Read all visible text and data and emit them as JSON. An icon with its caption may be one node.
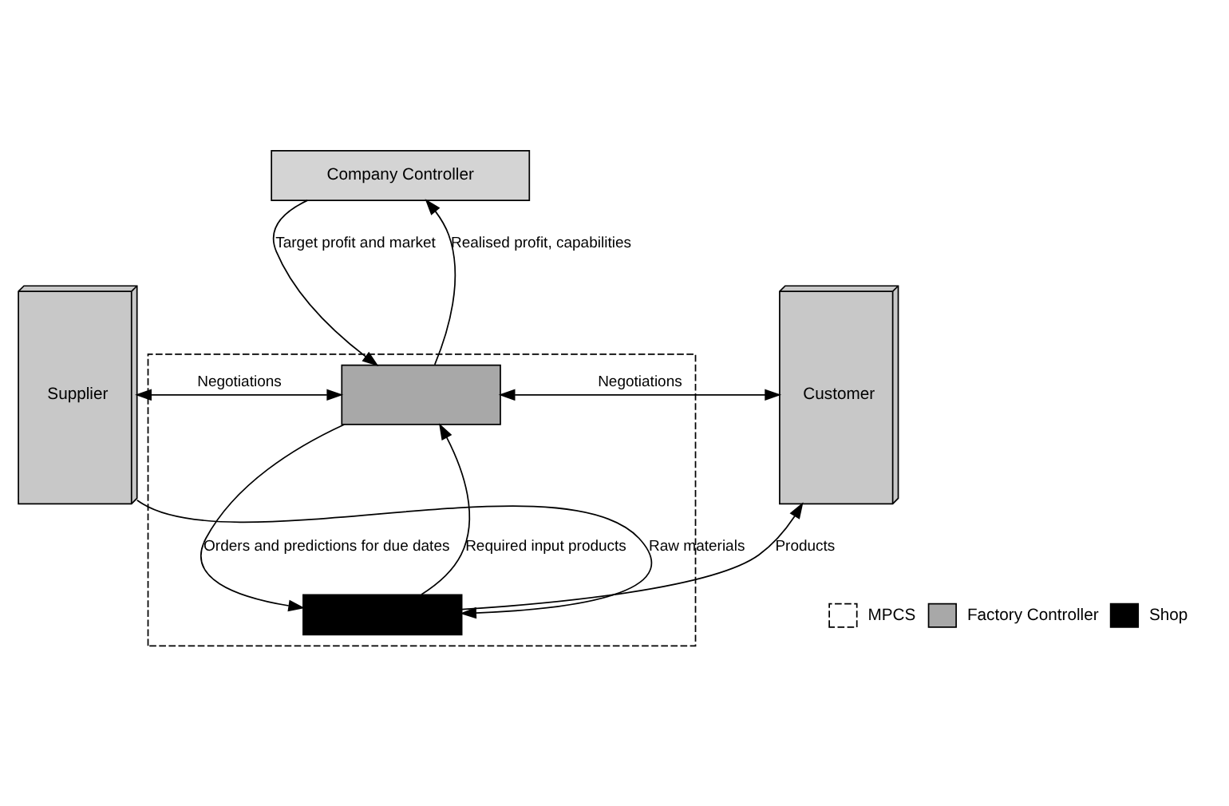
{
  "diagram": {
    "nodes": [
      {
        "text": [
          "Company Controller"
        ]
      },
      {
        "text": [],
        "shape": "box"
      },
      {
        "text": [],
        "shape": "box",
        "in": 1
      },
      {
        "text": [],
        "shape": "box",
        "in": 1
      },
      {
        "text": [
          "Supplier"
        ]
      },
      {
        "text": [
          "Customer"
        ]
      }
    ],
    "edges": [
      {
        "from": 2,
        "to": 0,
        "arrow": "to",
        "label": "Realised profit, capabilities"
      },
      {
        "from": 0,
        "to": 2,
        "arrow": "to",
        "label": "Target profit and market"
      },
      {
        "from": 4,
        "to": 2,
        "arrow": "both",
        "label": "Negotiations"
      },
      {
        "from": 2,
        "to": 5,
        "arrow": "both",
        "label": "Negotiations"
      },
      {
        "from": 3,
        "to": 2,
        "arrow": "to",
        "label": "Required input products"
      },
      {
        "from": 2,
        "to": 3,
        "arrow": "to",
        "label": "Orders and predictions for due dates"
      },
      {
        "from": 4,
        "to": 3,
        "arrow": "to",
        "label": "Raw materials"
      },
      {
        "from": 3,
        "to": 5,
        "arrow": "to",
        "label": "Products"
      }
    ],
    "legend": [
      {
        "text": "MPCS"
      },
      {
        "text": "Factory Controller"
      },
      {
        "text": "Shop",
        "color": "#000000"
      }
    ]
  }
}
